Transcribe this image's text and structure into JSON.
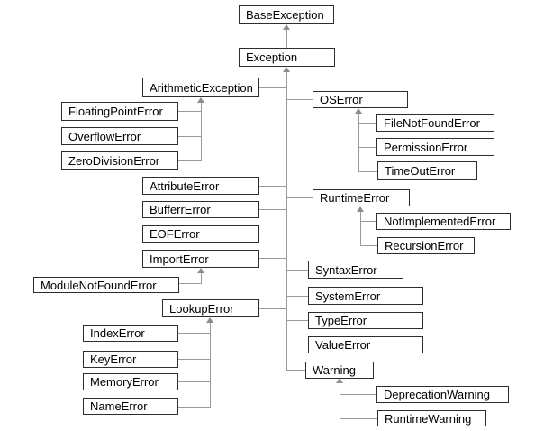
{
  "diagram": {
    "type": "inheritance-hierarchy",
    "subject": "Python exception class hierarchy",
    "colors": {
      "background": "#ffffff",
      "box_border": "#2d2d2d",
      "box_fill": "#ffffff",
      "text": "#000000",
      "connector_line": "#9a9a9a",
      "arrowhead": "#8c8c8c"
    },
    "nodes": {
      "baseException": {
        "label": "BaseException"
      },
      "exception": {
        "label": "Exception"
      },
      "arithmeticException": {
        "label": "ArithmeticException"
      },
      "floatingPointError": {
        "label": "FloatingPointError"
      },
      "overflowError": {
        "label": "OverflowError"
      },
      "zeroDivisionError": {
        "label": "ZeroDivisionError"
      },
      "osError": {
        "label": "OSError"
      },
      "fileNotFoundError": {
        "label": "FileNotFoundError"
      },
      "permissionError": {
        "label": "PermissionError"
      },
      "timeOutError": {
        "label": "TimeOutError"
      },
      "attributeError": {
        "label": "AttributeError"
      },
      "bufferrError": {
        "label": "BufferrError"
      },
      "eofError": {
        "label": "EOFError"
      },
      "importError": {
        "label": "ImportError"
      },
      "moduleNotFoundError": {
        "label": "ModuleNotFoundError"
      },
      "lookupError": {
        "label": "LookupError"
      },
      "indexError": {
        "label": "IndexError"
      },
      "keyError": {
        "label": "KeyError"
      },
      "memoryError": {
        "label": "MemoryError"
      },
      "nameError": {
        "label": "NameError"
      },
      "runtimeError": {
        "label": "RuntimeError"
      },
      "notImplementedError": {
        "label": "NotImplementedError"
      },
      "recursionError": {
        "label": "RecursionError"
      },
      "syntaxError": {
        "label": "SyntaxError"
      },
      "systemError": {
        "label": "SystemError"
      },
      "typeError": {
        "label": "TypeError"
      },
      "valueError": {
        "label": "ValueError"
      },
      "warning": {
        "label": "Warning"
      },
      "deprecationWarning": {
        "label": "DeprecationWarning"
      },
      "runtimeWarning": {
        "label": "RuntimeWarning"
      }
    },
    "edges": [
      {
        "parent": "BaseException",
        "child": "Exception"
      },
      {
        "parent": "Exception",
        "child": "ArithmeticException"
      },
      {
        "parent": "ArithmeticException",
        "child": "FloatingPointError"
      },
      {
        "parent": "ArithmeticException",
        "child": "OverflowError"
      },
      {
        "parent": "ArithmeticException",
        "child": "ZeroDivisionError"
      },
      {
        "parent": "Exception",
        "child": "OSError"
      },
      {
        "parent": "OSError",
        "child": "FileNotFoundError"
      },
      {
        "parent": "OSError",
        "child": "PermissionError"
      },
      {
        "parent": "OSError",
        "child": "TimeOutError"
      },
      {
        "parent": "Exception",
        "child": "AttributeError"
      },
      {
        "parent": "Exception",
        "child": "BufferrError"
      },
      {
        "parent": "Exception",
        "child": "EOFError"
      },
      {
        "parent": "Exception",
        "child": "ImportError"
      },
      {
        "parent": "ImportError",
        "child": "ModuleNotFoundError"
      },
      {
        "parent": "Exception",
        "child": "RuntimeError"
      },
      {
        "parent": "RuntimeError",
        "child": "NotImplementedError"
      },
      {
        "parent": "RuntimeError",
        "child": "RecursionError"
      },
      {
        "parent": "Exception",
        "child": "LookupError"
      },
      {
        "parent": "LookupError",
        "child": "IndexError"
      },
      {
        "parent": "LookupError",
        "child": "KeyError"
      },
      {
        "parent": "LookupError",
        "child": "MemoryError"
      },
      {
        "parent": "LookupError",
        "child": "NameError"
      },
      {
        "parent": "Exception",
        "child": "SyntaxError"
      },
      {
        "parent": "Exception",
        "child": "SystemError"
      },
      {
        "parent": "Exception",
        "child": "TypeError"
      },
      {
        "parent": "Exception",
        "child": "ValueError"
      },
      {
        "parent": "Exception",
        "child": "Warning"
      },
      {
        "parent": "Warning",
        "child": "DeprecationWarning"
      },
      {
        "parent": "Warning",
        "child": "RuntimeWarning"
      }
    ]
  }
}
